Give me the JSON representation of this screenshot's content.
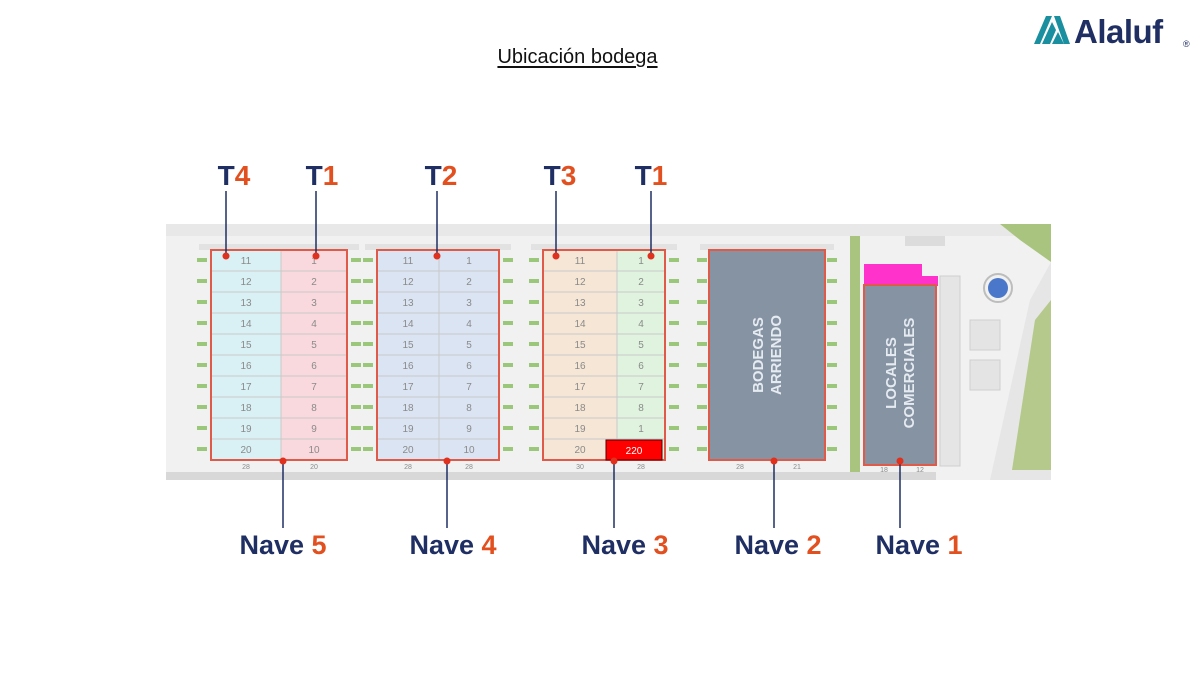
{
  "title": "Ubicación bodega",
  "logo": {
    "text": "Alaluf",
    "registered": "®",
    "color": "#1f2f63"
  },
  "colors": {
    "navy": "#1f2f63",
    "orange": "#e2501f",
    "border": "#e05a4a",
    "building": "#8593a3",
    "highlight": "#ff0000",
    "magenta": "#ff33cc"
  },
  "tower_labels": [
    {
      "letter": "T",
      "num": "4"
    },
    {
      "letter": "T",
      "num": "1"
    },
    {
      "letter": "T",
      "num": "2"
    },
    {
      "letter": "T",
      "num": "3"
    },
    {
      "letter": "T",
      "num": "1"
    }
  ],
  "nave_labels": [
    {
      "word": "Nave",
      "num": "5"
    },
    {
      "word": "Nave",
      "num": "4"
    },
    {
      "word": "Nave",
      "num": "3"
    },
    {
      "word": "Nave",
      "num": "2"
    },
    {
      "word": "Nave",
      "num": "1"
    }
  ],
  "naves": [
    {
      "left": [
        "11",
        "12",
        "13",
        "14",
        "15",
        "16",
        "17",
        "18",
        "19",
        "20"
      ],
      "right": [
        "1",
        "2",
        "3",
        "4",
        "5",
        "6",
        "7",
        "8",
        "9",
        "10"
      ],
      "bottom": [
        "28",
        "20"
      ]
    },
    {
      "left": [
        "11",
        "12",
        "13",
        "14",
        "15",
        "16",
        "17",
        "18",
        "19",
        "20"
      ],
      "right": [
        "1",
        "2",
        "3",
        "4",
        "5",
        "6",
        "7",
        "8",
        "9",
        "10"
      ],
      "bottom": [
        "28",
        "28"
      ]
    },
    {
      "left": [
        "11",
        "12",
        "13",
        "14",
        "15",
        "16",
        "17",
        "18",
        "19",
        "20"
      ],
      "right": [
        "1",
        "2",
        "3",
        "4",
        "5",
        "6",
        "7",
        "8",
        "1",
        ""
      ],
      "bottom": [
        "30",
        "28"
      ]
    }
  ],
  "highlight_unit": "220",
  "nave2_label": [
    "BODEGAS",
    "ARRIENDO"
  ],
  "nave2_bottom": [
    "28",
    "21"
  ],
  "nave1_label": [
    "LOCALES",
    "COMERCIALES"
  ],
  "nave1_bottom": [
    "18",
    "12"
  ]
}
